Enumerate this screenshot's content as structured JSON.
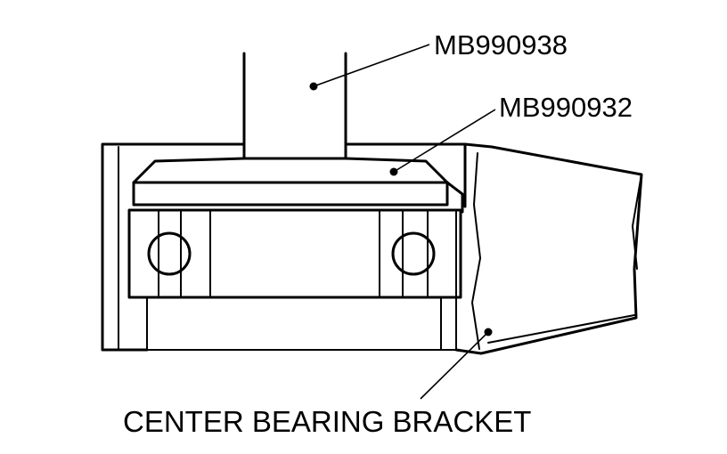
{
  "labels": {
    "tool_a": "MB990938",
    "tool_b": "MB990932",
    "caption": "CENTER BEARING BRACKET"
  },
  "colors": {
    "line": "#000000",
    "background": "#ffffff"
  }
}
